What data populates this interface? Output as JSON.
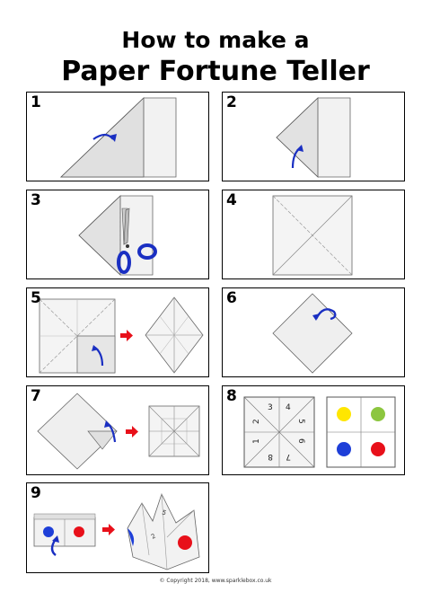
{
  "title_line1": "How to make a",
  "title_line2": "Paper Fortune Teller",
  "steps": [
    {
      "number": "1"
    },
    {
      "number": "2"
    },
    {
      "number": "3"
    },
    {
      "number": "4"
    },
    {
      "number": "5"
    },
    {
      "number": "6"
    },
    {
      "number": "7"
    },
    {
      "number": "8"
    },
    {
      "number": "9"
    }
  ],
  "fortune_numbers": [
    "3",
    "4",
    "5",
    "6",
    "7",
    "8",
    "1",
    "2"
  ],
  "flap_colors": {
    "yellow": "#ffe600",
    "green": "#8cc63f",
    "blue": "#1e3fd8",
    "red": "#e8101a"
  },
  "arrow_color": "#1a2fc2",
  "copyright": "© Copyright 2018, www.sparklebox.co.uk"
}
